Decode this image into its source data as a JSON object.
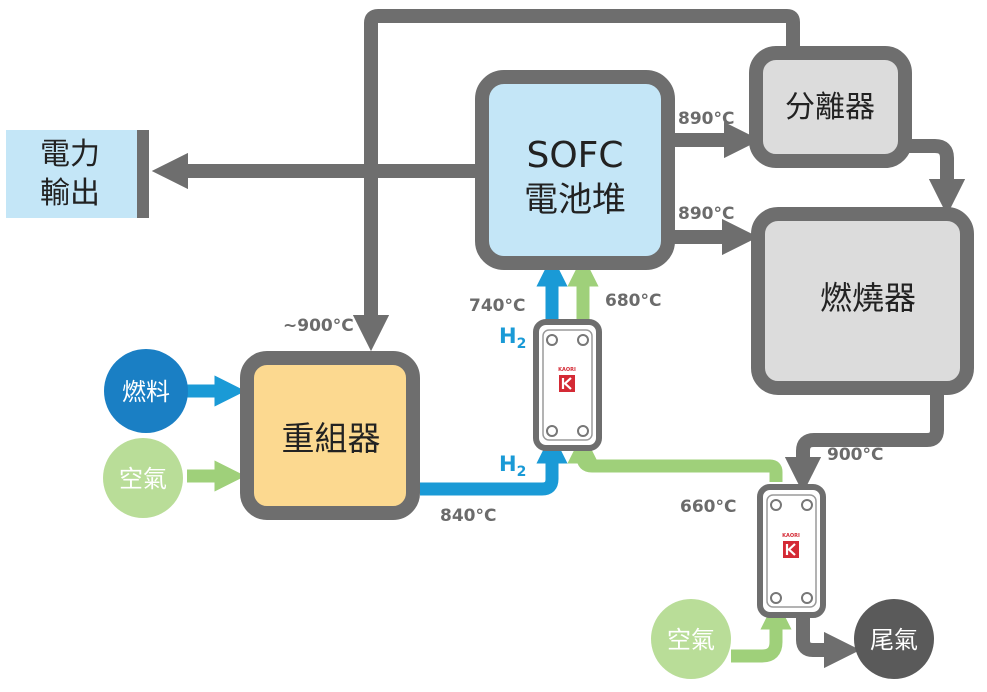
{
  "colors": {
    "gray_pipe": "#6e6e6e",
    "blue": "#1a9ad6",
    "green": "#9fd07a",
    "sofc_fill": "#c4e6f7",
    "reformer_fill": "#fcd990",
    "gray_fill": "#dcdcdc",
    "power_fill": "#c4e6f7",
    "fuel_circle": "#1a7fc4",
    "air_circle": "#b9dd98",
    "exhaust_circle": "#5a5a5a",
    "brand_red": "#d42a35"
  },
  "nodes": {
    "sofc": {
      "line1": "SOFC",
      "line2": "電池堆"
    },
    "separator": {
      "label": "分離器"
    },
    "burner": {
      "label": "燃燒器"
    },
    "reformer": {
      "label": "重組器"
    },
    "power": {
      "line1": "電力",
      "line2": "輸出"
    },
    "fuel": {
      "label": "燃料"
    },
    "air_left": {
      "label": "空氣"
    },
    "air_bottom": {
      "label": "空氣"
    },
    "exhaust": {
      "label": "尾氣"
    }
  },
  "heat_exchangers": [
    {
      "brand": "KAORI",
      "logo_icon": "kaori-k-logo-icon"
    },
    {
      "brand": "KAORI",
      "logo_icon": "kaori-k-logo-icon"
    }
  ],
  "temperatures": {
    "sofc_to_separator": "890°C",
    "sofc_to_burner": "890°C",
    "h2_in": "740°C",
    "air_in": "680°C",
    "reformer_inlet": "~900°C",
    "reformer_outlet": "840°C",
    "burner_out": "900°C",
    "air_preheat": "660°C"
  },
  "h2_label": {
    "main": "H",
    "sub": "2"
  }
}
